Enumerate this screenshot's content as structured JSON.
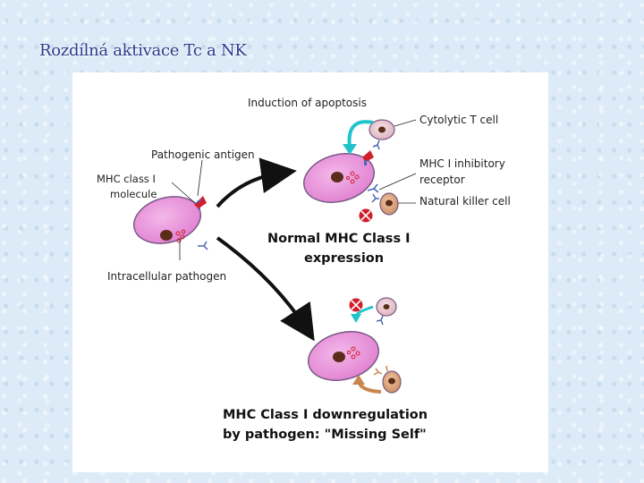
{
  "slide": {
    "title": "Rozdílná aktivace Tc a NK"
  },
  "diagram": {
    "labels": {
      "induction_of_apoptosis": "Induction of apoptosis",
      "cytolytic_t_cell": "Cytolytic T cell",
      "pathogenic_antigen": "Pathogenic antigen",
      "mhc_class_i_line1": "MHC class I",
      "mhc_class_i_line2": "molecule",
      "mhc_inhibitory_line1": "MHC I inhibitory",
      "mhc_inhibitory_line2": "receptor",
      "natural_killer_cell": "Natural killer cell",
      "intracellular_pathogen": "Intracellular pathogen",
      "normal_expression_line1": "Normal MHC Class I",
      "normal_expression_line2": "expression",
      "downregulation_line1": "MHC Class I downregulation",
      "downregulation_line2": "by pathogen: \"Missing Self\""
    },
    "colors": {
      "cell_fill": "#e58fd6",
      "cell_stroke": "#7a5a86",
      "nucleus": "#5a2d1a",
      "t_cell_fill": "#e9c8d0",
      "nk_cell_fill": "#d9a27c",
      "antigen_red": "#d11e2b",
      "receptor_blue": "#4a67b8",
      "arrow_black": "#111111",
      "arrow_cyan": "#1fc4c9",
      "arrow_brown": "#c8874f",
      "inhibit_red": "#d11e2b"
    }
  }
}
